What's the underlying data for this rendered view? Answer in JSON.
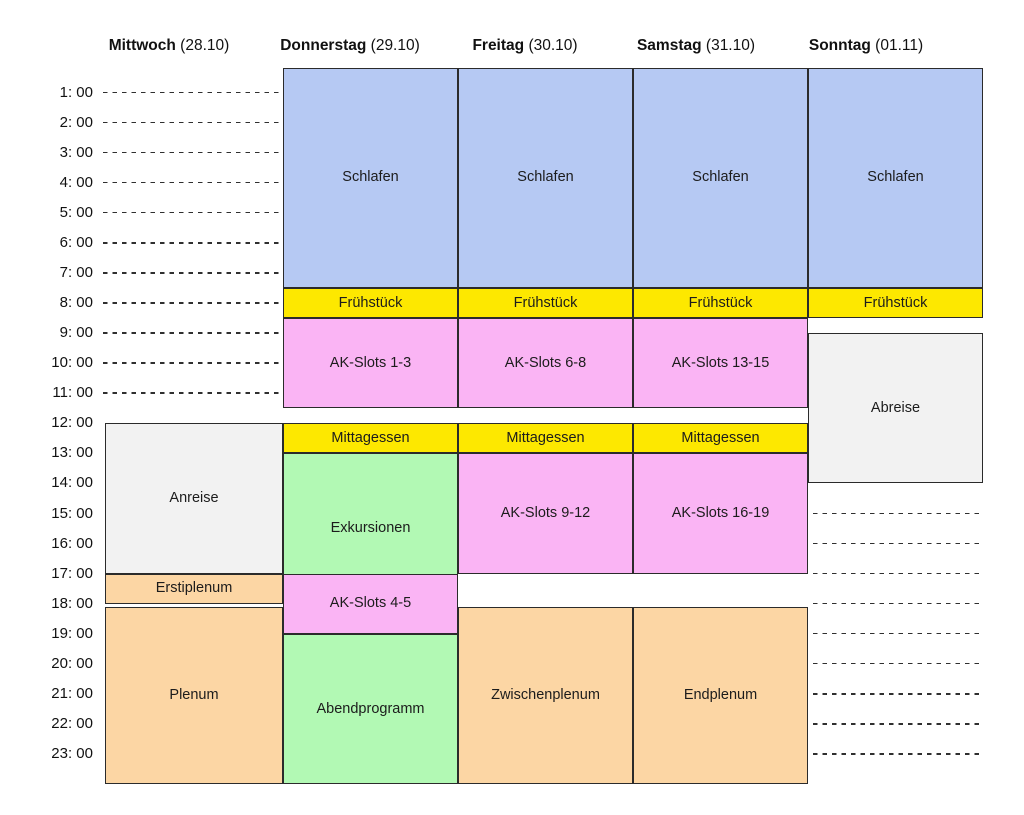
{
  "chart_data": {
    "type": "table",
    "subtype": "weekly-timetable",
    "title": "",
    "columns_days": [
      {
        "name": "Mittwoch",
        "date": "(28.10)"
      },
      {
        "name": "Donnerstag",
        "date": "(29.10)"
      },
      {
        "name": "Freitag",
        "date": "(30.10)"
      },
      {
        "name": "Samstag",
        "date": "(31.10)"
      },
      {
        "name": "Sonntag",
        "date": "(01.11)"
      }
    ],
    "time_axis": {
      "unit": "hour",
      "range": [
        0,
        24
      ],
      "tick_labels": [
        "1: 00",
        "2: 00",
        "3: 00",
        "4: 00",
        "5: 00",
        "6: 00",
        "7: 00",
        "8: 00",
        "9: 00",
        "10: 00",
        "11: 00",
        "12: 00",
        "13: 00",
        "14: 00",
        "15: 00",
        "16: 00",
        "17: 00",
        "18: 00",
        "19: 00",
        "20: 00",
        "21: 00",
        "22: 00",
        "23: 00"
      ]
    },
    "colors": {
      "sleep": "#b6c9f3",
      "meal": "#fde800",
      "workshop": "#fab4f4",
      "free_time": "#b2f9b4",
      "plenum": "#fcd6a4",
      "travel": "#f2f2f2",
      "border": "#2b2b2b",
      "dash": "#2f2f2f",
      "text": "#1c1c1c"
    },
    "events": [
      {
        "day": 0,
        "label": "Anreise",
        "start": 12,
        "end": 17,
        "category": "travel"
      },
      {
        "day": 0,
        "label": "Erstiplenum",
        "start": 17,
        "end": 18,
        "category": "plenum"
      },
      {
        "day": 0,
        "label": "Plenum",
        "start": 18,
        "end": 24,
        "category": "plenum",
        "detached_top": true
      },
      {
        "day": 1,
        "label": "Schlafen",
        "start": 0,
        "end": 7.5,
        "category": "sleep"
      },
      {
        "day": 1,
        "label": "Frühstück",
        "start": 7.5,
        "end": 8.5,
        "category": "meal"
      },
      {
        "day": 1,
        "label": "AK-Slots 1-3",
        "start": 8.5,
        "end": 11.5,
        "category": "workshop"
      },
      {
        "day": 1,
        "label": "Mittagessen",
        "start": 12,
        "end": 13,
        "category": "meal"
      },
      {
        "day": 1,
        "label": "Exkursionen",
        "start": 13,
        "end": 18,
        "category": "free_time"
      },
      {
        "day": 1,
        "label": "AK-Slots 4-5",
        "start": 17,
        "end": 19,
        "category": "workshop"
      },
      {
        "day": 1,
        "label": "Abendprogramm",
        "start": 19,
        "end": 24,
        "category": "free_time"
      },
      {
        "day": 2,
        "label": "Schlafen",
        "start": 0,
        "end": 7.5,
        "category": "sleep"
      },
      {
        "day": 2,
        "label": "Frühstück",
        "start": 7.5,
        "end": 8.5,
        "category": "meal"
      },
      {
        "day": 2,
        "label": "AK-Slots 6-8",
        "start": 8.5,
        "end": 11.5,
        "category": "workshop"
      },
      {
        "day": 2,
        "label": "Mittagessen",
        "start": 12,
        "end": 13,
        "category": "meal"
      },
      {
        "day": 2,
        "label": "AK-Slots 9-12",
        "start": 13,
        "end": 17,
        "category": "workshop"
      },
      {
        "day": 2,
        "label": "Zwischenplenum",
        "start": 18,
        "end": 24,
        "category": "plenum",
        "detached_top": true
      },
      {
        "day": 3,
        "label": "Schlafen",
        "start": 0,
        "end": 7.5,
        "category": "sleep"
      },
      {
        "day": 3,
        "label": "Frühstück",
        "start": 7.5,
        "end": 8.5,
        "category": "meal"
      },
      {
        "day": 3,
        "label": "AK-Slots 13-15",
        "start": 8.5,
        "end": 11.5,
        "category": "workshop"
      },
      {
        "day": 3,
        "label": "Mittagessen",
        "start": 12,
        "end": 13,
        "category": "meal"
      },
      {
        "day": 3,
        "label": "AK-Slots 16-19",
        "start": 13,
        "end": 17,
        "category": "workshop"
      },
      {
        "day": 3,
        "label": "Endplenum",
        "start": 18,
        "end": 24,
        "category": "plenum",
        "detached_top": true
      },
      {
        "day": 4,
        "label": "Schlafen",
        "start": 0,
        "end": 7.5,
        "category": "sleep"
      },
      {
        "day": 4,
        "label": "Frühstück",
        "start": 7.5,
        "end": 8.5,
        "category": "meal"
      },
      {
        "day": 4,
        "label": "Abreise",
        "start": 9,
        "end": 14,
        "category": "travel"
      }
    ],
    "empty_slot_rows": [
      {
        "day": 0,
        "hours": [
          1,
          2,
          3,
          4,
          5,
          6,
          7,
          8,
          9,
          10,
          11
        ]
      },
      {
        "day": 4,
        "hours": [
          15,
          16,
          17,
          18,
          19,
          20,
          21,
          22,
          23
        ]
      }
    ],
    "layout_hints": {
      "legend": "none",
      "grid": "dashed horizontal lines only in empty slots",
      "day_header_style": "bold day name + regular date in parentheses"
    }
  }
}
